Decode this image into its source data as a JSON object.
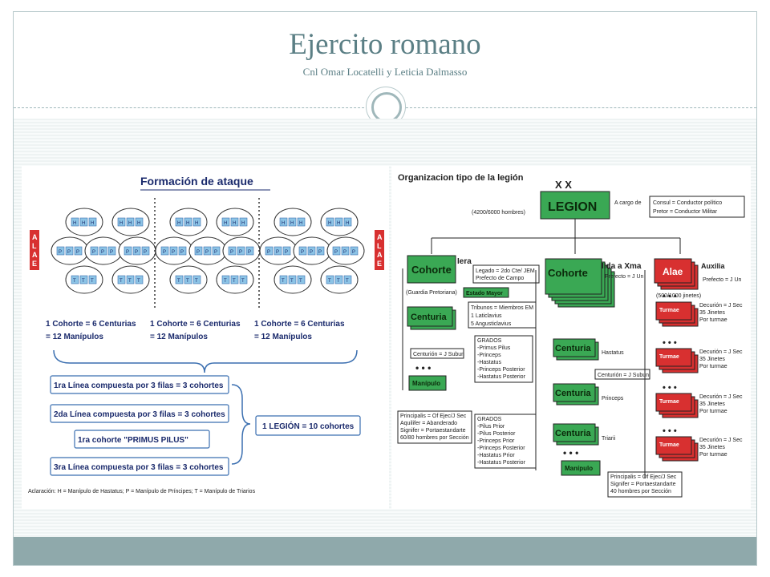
{
  "slide": {
    "title": "Ejercito romano",
    "subtitle": "Cnl Omar Locatelli y Leticia Dalmasso"
  },
  "left_diagram": {
    "heading": "Formación de ataque",
    "side_label": "ALAE",
    "row_labels": {
      "h": "H",
      "p": "P",
      "t": "T"
    },
    "cohort_line1": "1 Cohorte = 6 Centurias",
    "cohort_line2": "= 12 Manípulos",
    "lines": [
      "1ra Línea compuesta por 3 filas = 3 cohortes",
      "2da Línea compuesta por 3 filas = 3 cohortes",
      "1ra cohorte \"PRIMUS PILUS\"",
      "3ra Línea compuesta por 3 filas = 3 cohortes"
    ],
    "legion_total": "1 LEGIÓN = 10 cohortes",
    "note": "Aclaración: H = Manípulo de Hastatus; P = Manípulo de Príncipes; T = Manípulo de Triarios"
  },
  "right_diagram": {
    "heading": "Organizacion tipo de la legión",
    "xx": "X X",
    "legion": "LEGION",
    "legion_size": "(4200/6000 hombres)",
    "a_cargo": "A cargo de",
    "consul": "Consul = Conductor político",
    "pretor": "Pretor = Conductor Militar",
    "cohorte1": "Cohorte",
    "iera": "Iera",
    "guardia": "(Guardia Pretoriana)",
    "legado1": "Legado = 2do Cte/ JEM",
    "legado2": "Prefecto de Campo",
    "estado_mayor": "Estado Mayor",
    "tribunos1": "Tribunos = Miembros EM",
    "tribunos2": "1 Laticlavius",
    "tribunos3": "5 Angusticlavius",
    "cohorte2": "Cohorte",
    "iida": "IIda a Xma",
    "prefecto_un": "Prefecto = J Un",
    "alae": "Alae",
    "auxilia": "Auxilia",
    "alae_size": "(500/1000 jinetes)",
    "prefecto_un2": "Prefecto = J Un",
    "centuria": "Centuria",
    "centurion": "Centurión = J Subun",
    "grados_a": [
      "GRADOS",
      "-Primus Pilus",
      "-Princeps",
      "-Hastatus",
      "-Princeps Posterior",
      "-Hastatus Posterior"
    ],
    "dots": "• • •",
    "manipulo": "Manípulo",
    "principalis_a": [
      "Principalis = Of Ejec/J Sec",
      "Aquilifer = Abanderado",
      "Signifer = Portaestandarte",
      "60/80 hombres por Sección"
    ],
    "grados_b": [
      "GRADOS",
      "-Pilus Prior",
      "-Pilus Posterior",
      "-Princeps Prior",
      "-Princeps Posterior",
      "-Hastatus Prior",
      "-Hastatus Posterior"
    ],
    "centuria_hastatus": "Centuria",
    "hastatus": "Hastatus",
    "centurion2": "Centurión = J Subun",
    "centuria_princeps": "Centuria",
    "princeps": "Princeps",
    "centuria_triarii": "Centuria",
    "triarii": "Triarii",
    "manipulo2": "Manípulo",
    "principalis_b": [
      "Principalis = Of Ejec/J Sec",
      "Signifer = Portaestandarte",
      "40 hombres por Sección"
    ],
    "turmae": "Turmae",
    "turmae_info": [
      "Decurión = J Sec",
      "35 Jinetes",
      "Por turmae"
    ]
  }
}
